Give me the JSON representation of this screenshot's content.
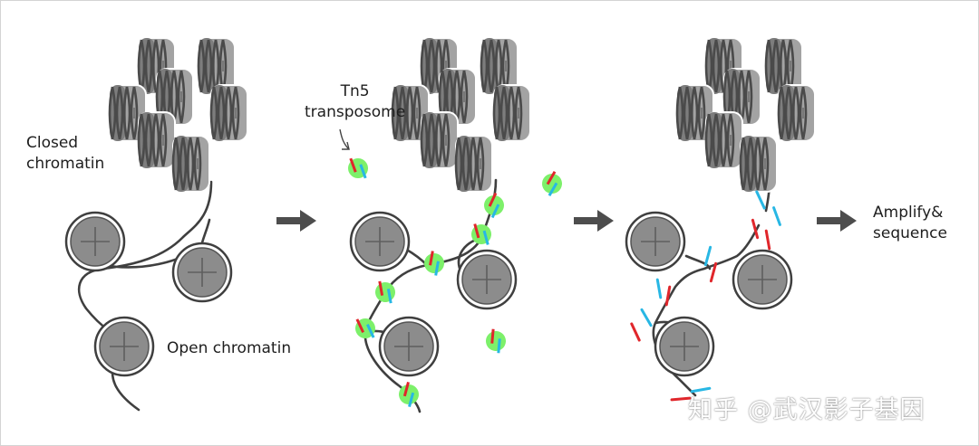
{
  "labels": {
    "closed_chromatin_line1": "Closed",
    "closed_chromatin_line2": "chromatin",
    "tn5_line1": "Tn5",
    "tn5_line2": "transposome",
    "open_chromatin": "Open chromatin",
    "amplify_line1": "Amplify&",
    "amplify_line2": "sequence"
  },
  "watermark": "知乎 @武汉影子基因",
  "colors": {
    "dna": "#3f3f3f",
    "nucleosome_fill": "#8c8c8c",
    "nucleosome_cross": "#5e5e5e",
    "closed_nucleosome_light": "#a3a3a3",
    "closed_nucleosome_dark": "#7d7d7d",
    "closed_wrap": "#4a4a4a",
    "arrow": "#4d4d4d",
    "tn5": "#7df06a",
    "adapter_red": "#e0262b",
    "adapter_cyan": "#28b7e4"
  },
  "icons": [
    "step-arrow-icon",
    "nucleosome-icon",
    "tn5-transposome-icon"
  ]
}
